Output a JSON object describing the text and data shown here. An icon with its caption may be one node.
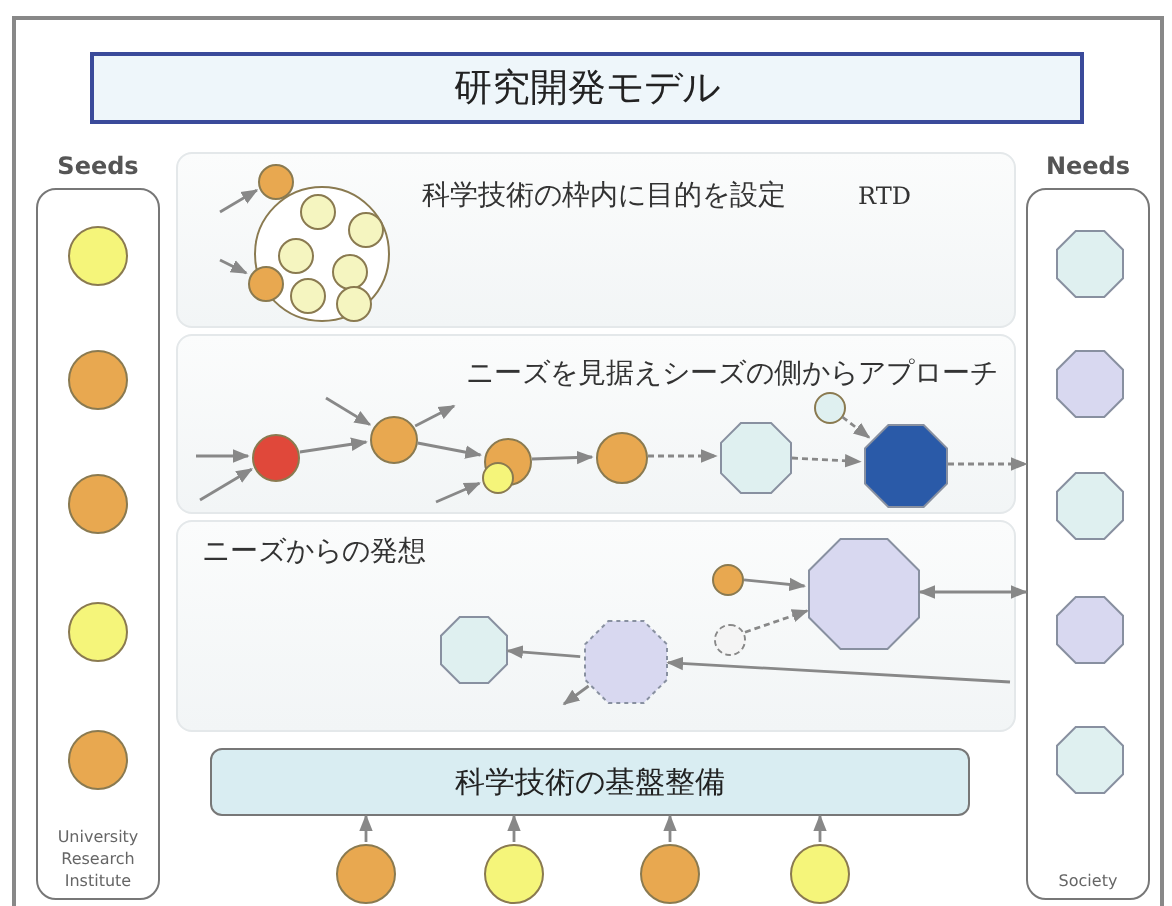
{
  "diagram": {
    "nodes": [
      {
        "text": [
          "研究開発モデル"
        ]
      },
      {
        "text": [
          "Seeds",
          "University Research Institute"
        ]
      },
      {
        "text": [],
        "shape": "circle",
        "in": 1
      },
      {
        "text": [],
        "shape": "circle",
        "in": 1
      },
      {
        "text": [],
        "shape": "circle",
        "in": 1
      },
      {
        "text": [],
        "shape": "circle",
        "in": 1
      },
      {
        "text": [],
        "shape": "circle",
        "in": 1
      },
      {
        "text": [
          "科学技術の枠内に目的を設定",
          "RTD"
        ]
      },
      {
        "text": [],
        "shape": "circle",
        "in": 7
      },
      {
        "text": [],
        "shape": "circle",
        "in": 7
      },
      {
        "text": [],
        "shape": "circle",
        "in": 8
      },
      {
        "text": [],
        "shape": "circle",
        "in": 8
      },
      {
        "text": [],
        "shape": "circle",
        "in": 8
      },
      {
        "text": [],
        "shape": "circle",
        "in": 8
      },
      {
        "text": [],
        "shape": "circle",
        "in": 8
      },
      {
        "text": [],
        "shape": "circle",
        "in": 8
      },
      {
        "text": [],
        "shape": "circle",
        "in": 7
      },
      {
        "text": [
          "ニーズを見据えシーズの側からアプローチ"
        ]
      },
      {
        "text": [],
        "shape": "circle",
        "in": 17
      },
      {
        "text": [],
        "shape": "circle",
        "in": 17
      },
      {
        "text": [],
        "shape": "circle",
        "in": 17
      },
      {
        "text": [],
        "shape": "circle",
        "in": 17
      },
      {
        "text": [],
        "shape": "circle",
        "in": 17
      },
      {
        "text": [],
        "shape": "octagon",
        "in": 17
      },
      {
        "text": [],
        "shape": "circle",
        "in": 17
      },
      {
        "text": [],
        "shape": "octagon",
        "in": 17
      },
      {
        "text": [
          "Needs",
          "Society"
        ]
      },
      {
        "text": [],
        "shape": "octagon",
        "in": 26
      },
      {
        "text": [],
        "shape": "octagon",
        "in": 26
      },
      {
        "text": [],
        "shape": "octagon",
        "in": 26
      },
      {
        "text": [],
        "shape": "octagon",
        "in": 26
      },
      {
        "text": [],
        "shape": "octagon",
        "in": 26
      },
      {
        "text": [
          "ニーズからの発想"
        ]
      },
      {
        "text": [],
        "shape": "circle",
        "in": 32
      },
      {
        "text": [],
        "shape": "circle",
        "in": 32
      },
      {
        "text": [],
        "shape": "octagon",
        "in": 32
      },
      {
        "text": [],
        "shape": "octagon",
        "in": 32
      },
      {
        "text": [],
        "shape": "octagon",
        "in": 32
      },
      {
        "text": [
          "科学技術の基盤整備"
        ]
      },
      {
        "text": [],
        "shape": "circle"
      },
      {
        "text": [],
        "shape": "circle"
      },
      {
        "text": [],
        "shape": "circle"
      },
      {
        "text": [],
        "shape": "circle"
      }
    ],
    "edges": [
      {
        "from": null,
        "to": 9,
        "arrow": "to"
      },
      {
        "from": null,
        "to": 16,
        "arrow": "to"
      },
      {
        "from": null,
        "to": 18,
        "arrow": "to"
      },
      {
        "from": null,
        "to": 18,
        "arrow": "to"
      },
      {
        "from": 18,
        "to": 19,
        "arrow": "to"
      },
      {
        "from": null,
        "to": 19,
        "arrow": "to"
      },
      {
        "from": 19,
        "to": null,
        "arrow": "to"
      },
      {
        "from": 19,
        "to": 20,
        "arrow": "to"
      },
      {
        "from": null,
        "to": 21,
        "arrow": "to"
      },
      {
        "from": 20,
        "to": 22,
        "arrow": "to"
      },
      {
        "from": 22,
        "to": 23,
        "arrow": "to",
        "style": "dashed"
      },
      {
        "from": 23,
        "to": 25,
        "arrow": "to",
        "style": "dashed"
      },
      {
        "from": 24,
        "to": 25,
        "arrow": "to",
        "style": "dashed"
      },
      {
        "from": 25,
        "to": 26,
        "arrow": "to",
        "style": "dashed"
      },
      {
        "from": 33,
        "to": 35,
        "arrow": "to"
      },
      {
        "from": 34,
        "to": 35,
        "arrow": "to",
        "style": "dashed"
      },
      {
        "from": 35,
        "to": 26,
        "arrow": "both"
      },
      {
        "from": null,
        "to": 37,
        "arrow": "to"
      },
      {
        "from": 37,
        "to": 36,
        "arrow": "to"
      },
      {
        "from": 37,
        "to": null,
        "arrow": "to"
      },
      {
        "from": 39,
        "to": 38,
        "arrow": "to"
      },
      {
        "from": 40,
        "to": 38,
        "arrow": "to"
      },
      {
        "from": 41,
        "to": 38,
        "arrow": "to"
      },
      {
        "from": 42,
        "to": 38,
        "arrow": "to"
      }
    ]
  }
}
